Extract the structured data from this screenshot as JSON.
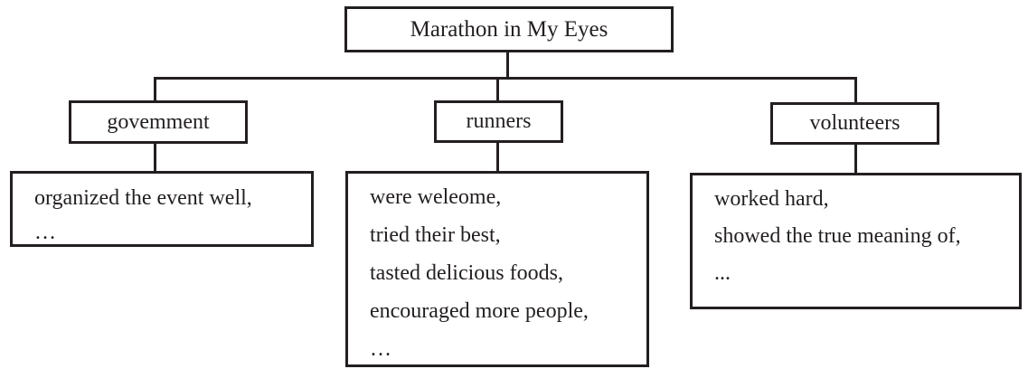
{
  "title": "Marathon in My Eyes",
  "groups": [
    {
      "label": "govemment",
      "items": [
        "organized the event well,",
        "…"
      ]
    },
    {
      "label": "runners",
      "items": [
        "were weleome,",
        "tried their best,",
        "tasted delicious foods,",
        "encouraged more people,",
        "…"
      ]
    },
    {
      "label": "volunteers",
      "items": [
        "worked hard,",
        "showed the true meaning of,",
        "..."
      ]
    }
  ]
}
